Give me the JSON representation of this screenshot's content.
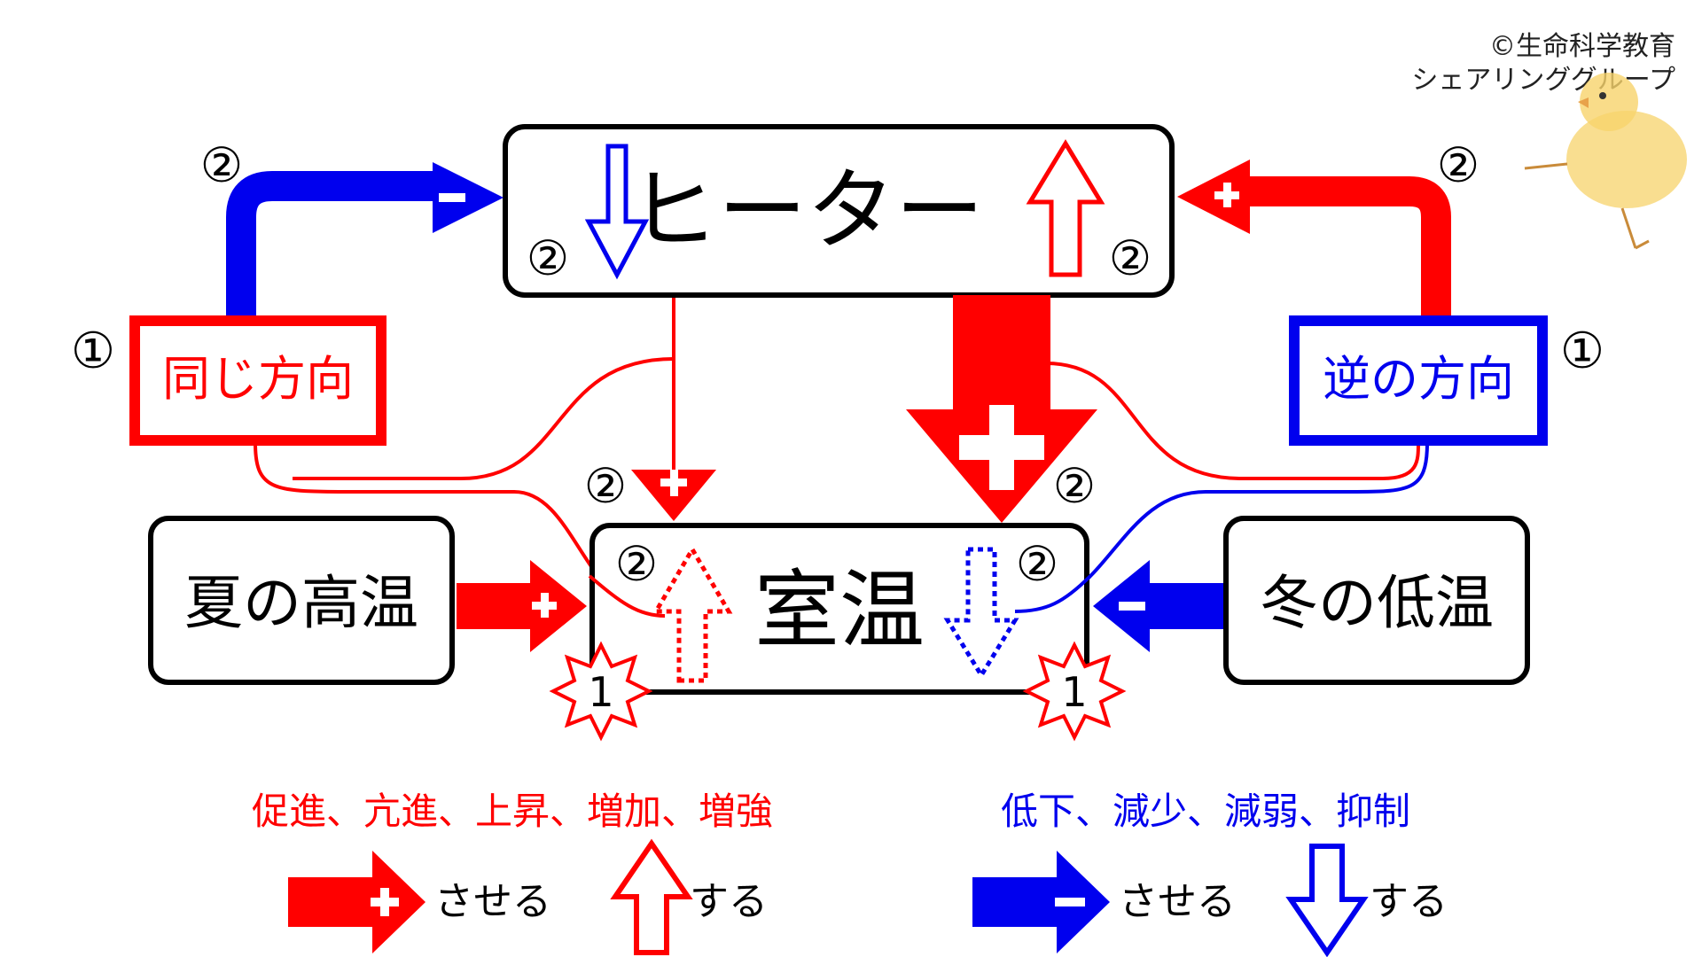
{
  "credit": {
    "line1": "©生命科学教育",
    "line2": "シェアリンググループ"
  },
  "colors": {
    "red": "#ff0000",
    "blue": "#0000ee",
    "black": "#000000"
  },
  "boxes": {
    "heater": "ヒーター",
    "room": "室温",
    "summer": "夏の高温",
    "winter": "冬の低温",
    "same": "同じ方向",
    "reverse": "逆の方向"
  },
  "marks": {
    "two": "②",
    "one": "①",
    "one_plain": "1",
    "plus": "+",
    "minus": "−"
  },
  "legend": {
    "red_terms": "促進、亢進、上昇、増加、増強",
    "blue_terms": "低下、減少、減弱、抑制",
    "make": "させる",
    "do": "する"
  },
  "icons": [
    "chick-drawing-icon"
  ]
}
